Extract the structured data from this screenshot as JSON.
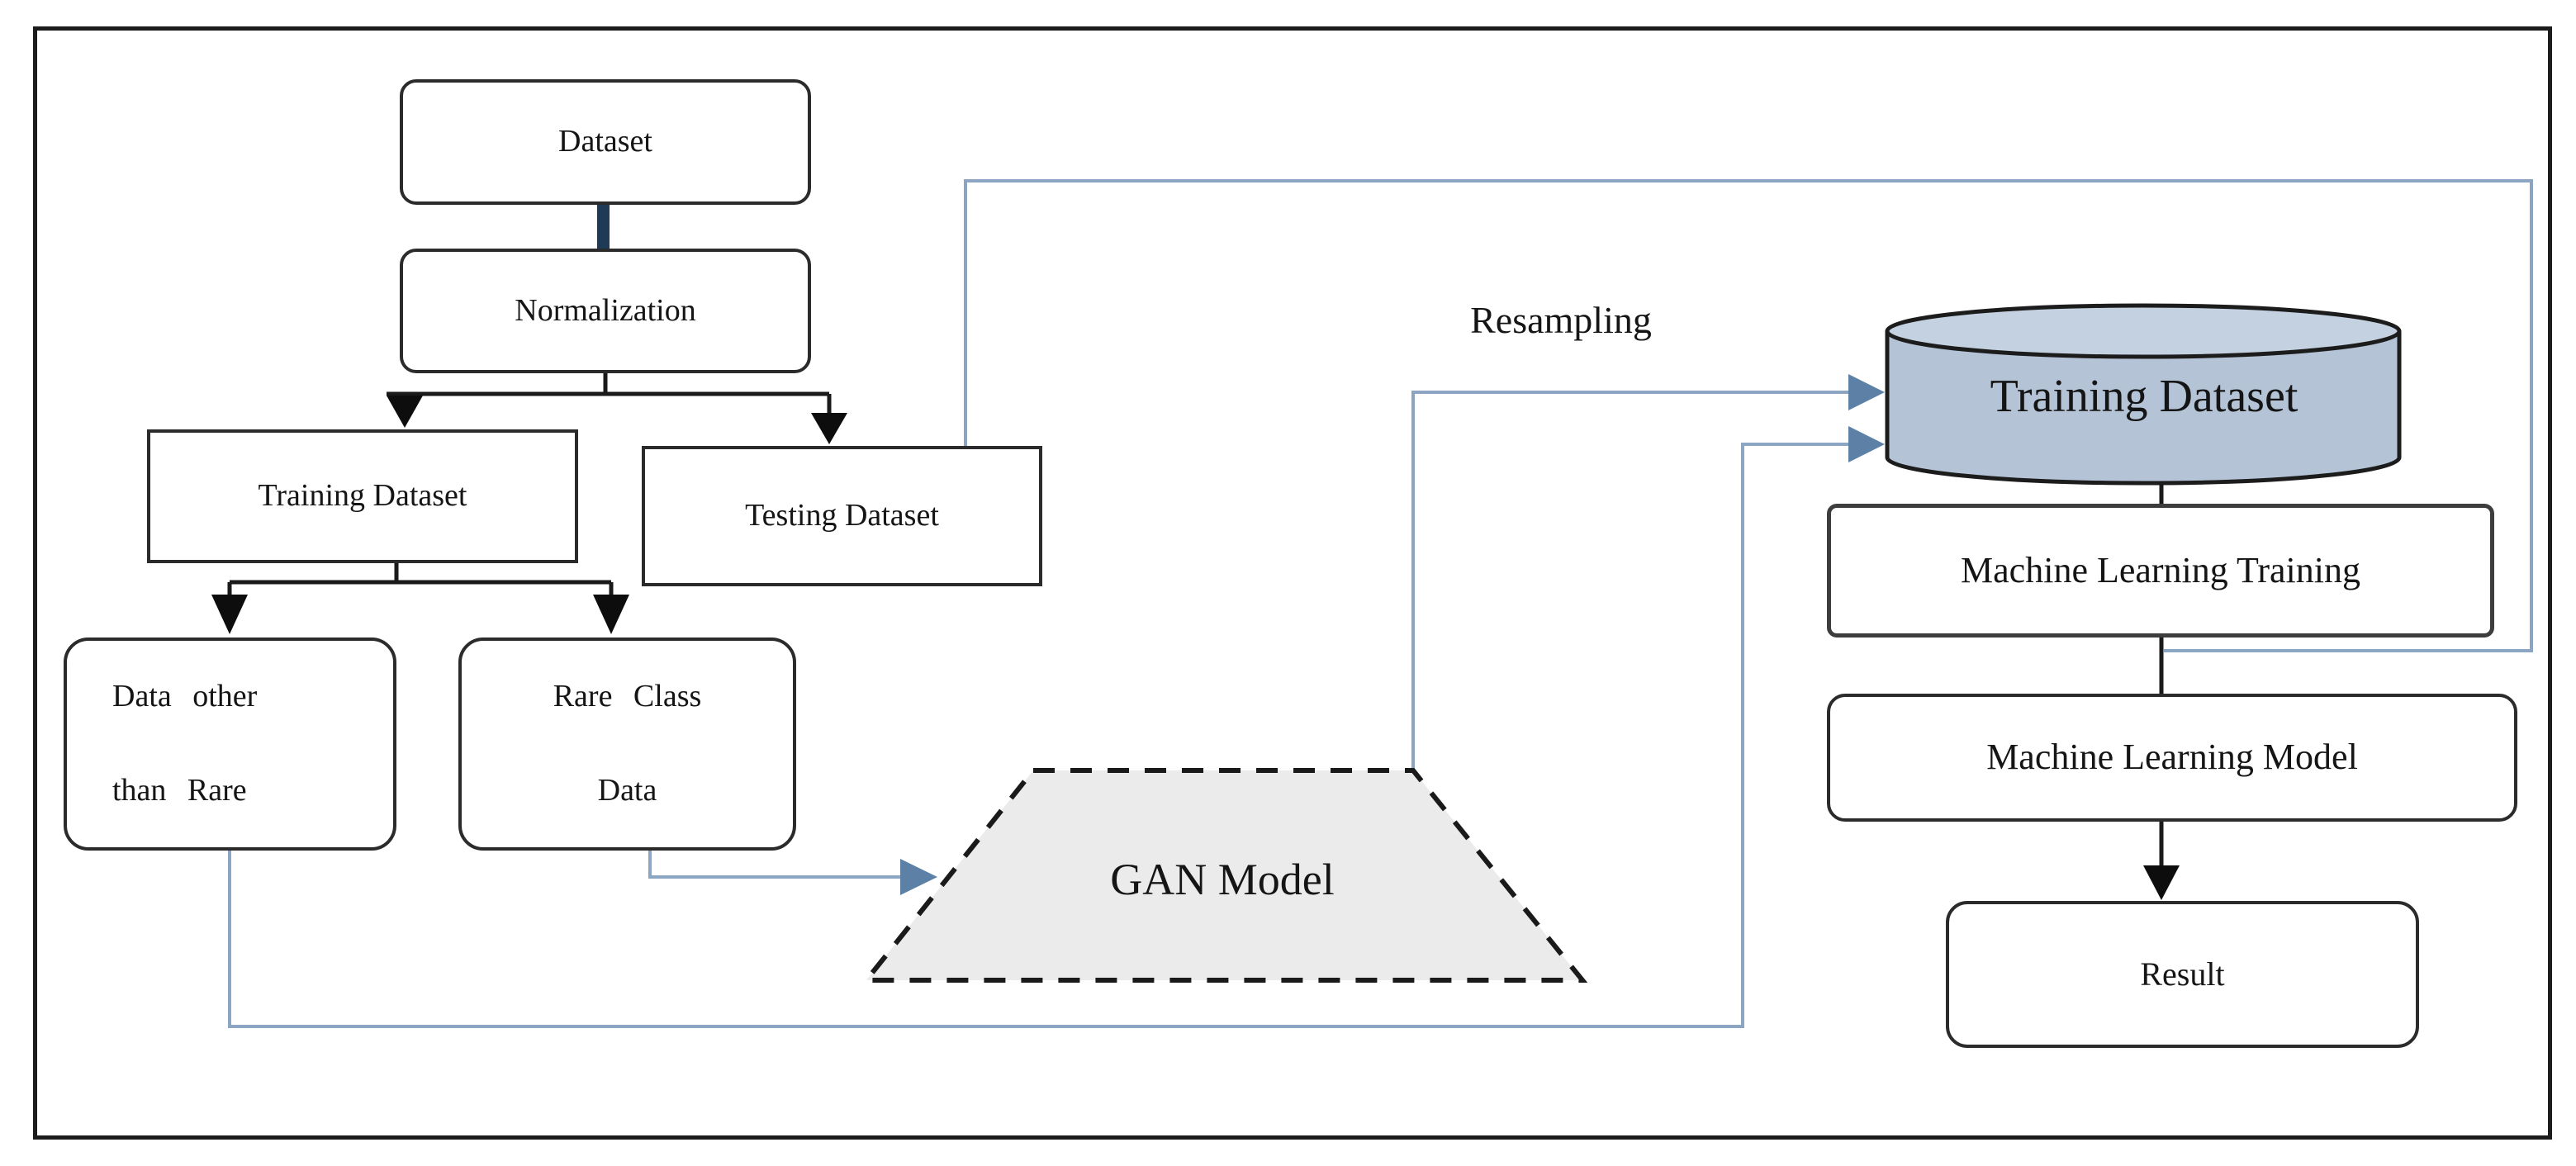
{
  "flowchart": {
    "nodes": {
      "dataset": "Dataset",
      "normalization": "Normalization",
      "training_dataset": "Training Dataset",
      "testing_dataset": "Testing Dataset",
      "data_other_than_rare": {
        "line1": "Data other",
        "line2": "than Rare"
      },
      "rare_class_data": {
        "line1": "Rare Class",
        "line2": "Data"
      },
      "gan_model": "GAN Model",
      "training_dataset_store": "Training Dataset",
      "machine_learning_training": "Machine Learning Training",
      "machine_learning_model": "Machine Learning Model",
      "result": "Result"
    },
    "edge_labels": {
      "resampling": "Resampling"
    },
    "colors": {
      "connector_blue": "#8ba5c2",
      "arrowhead_blue": "#5d80a6",
      "connector_black": "#1a1a1a",
      "dark_navy_connector": "#1f3a57",
      "cylinder_body_fill": "#b4c3d6",
      "cylinder_top_fill": "#c4d1e0",
      "gan_fill": "#ebebeb",
      "box_border": "#2b2b2b",
      "background": "#ffffff"
    }
  }
}
